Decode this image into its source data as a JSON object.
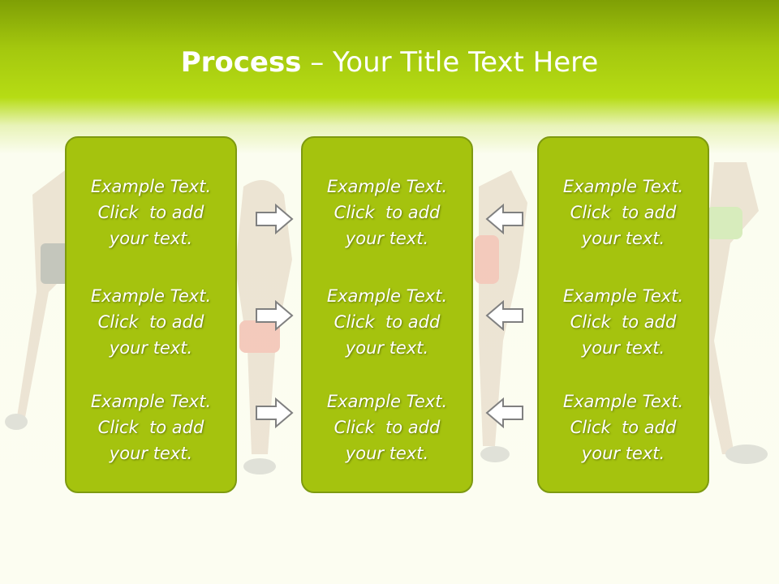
{
  "title": {
    "bold": "Process",
    "rest": " – Your Title Text Here"
  },
  "panels": [
    {
      "blocks": [
        [
          "Example Text.",
          "Click  to add",
          "your text."
        ],
        [
          "Example Text.",
          "Click  to add",
          "your text."
        ],
        [
          "Example Text.",
          "Click  to add",
          "your text."
        ]
      ]
    },
    {
      "blocks": [
        [
          "Example Text.",
          "Click  to add",
          "your text."
        ],
        [
          "Example Text.",
          "Click  to add",
          "your text."
        ],
        [
          "Example Text.",
          "Click  to add",
          "your text."
        ]
      ]
    },
    {
      "blocks": [
        [
          "Example Text.",
          "Click  to add",
          "your text."
        ],
        [
          "Example Text.",
          "Click  to add",
          "your text."
        ],
        [
          "Example Text.",
          "Click  to add",
          "your text."
        ]
      ]
    }
  ],
  "arrows": {
    "left_group": "right-arrow-icon",
    "right_group": "left-arrow-icon"
  },
  "colors": {
    "panel": "#a5c30e",
    "panel_border": "#7e9a10",
    "header": "#a4c80e",
    "arrow_fill": "#ffffff",
    "arrow_stroke": "#808080"
  }
}
